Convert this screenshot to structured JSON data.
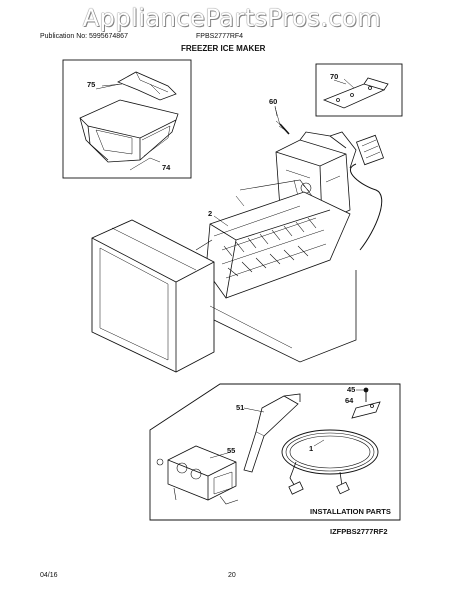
{
  "header": {
    "watermark": "AppliancePartsPros.com",
    "publication": "Publication No: 5995674867",
    "model": "FPBS2777RF4",
    "section_title": "FREEZER ICE MAKER"
  },
  "callouts": {
    "p75": "75",
    "p74": "74",
    "p70": "70",
    "p60": "60",
    "p2": "2",
    "p45": "45",
    "p64": "64",
    "p51": "51",
    "p55": "55",
    "p1": "1"
  },
  "installation_label": "INSTALLATION PARTS",
  "figure_code": "IZFPBS2777RF2",
  "footer": {
    "date": "04/16",
    "page": "20"
  }
}
